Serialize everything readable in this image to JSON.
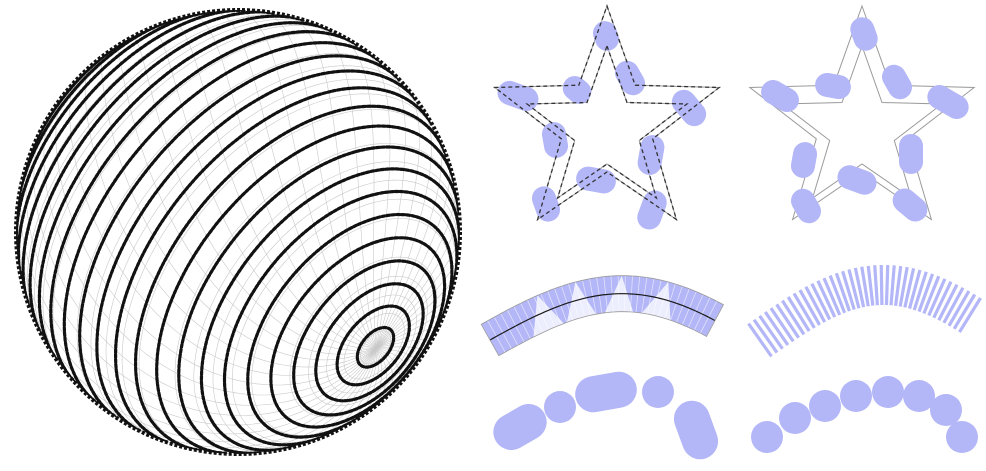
{
  "figure": {
    "description_visible_text": "",
    "colors": {
      "background": "#ffffff",
      "fill": "#b3b6f7",
      "dots": "#111111",
      "mesh": "#c9c9c9",
      "outline": "#9a9a9a",
      "dashed": "#333333",
      "curve": "#1a1a1a"
    },
    "panels": [
      {
        "id": "sphere",
        "kind": "dotted-spiral-on-triangulated-sphere"
      },
      {
        "id": "star-dashed",
        "kind": "star-with-dashed-outline-and-blobs"
      },
      {
        "id": "star-plain",
        "kind": "star-with-plain-outline-and-blobs"
      },
      {
        "id": "ribbon-hatched",
        "kind": "curved-ribbon-with-hatching"
      },
      {
        "id": "ribbon-bars",
        "kind": "curved-ribbon-of-bars"
      },
      {
        "id": "blobs-merged",
        "kind": "arc-of-merged-blobs"
      },
      {
        "id": "circles-arc",
        "kind": "arc-of-circles"
      }
    ]
  }
}
